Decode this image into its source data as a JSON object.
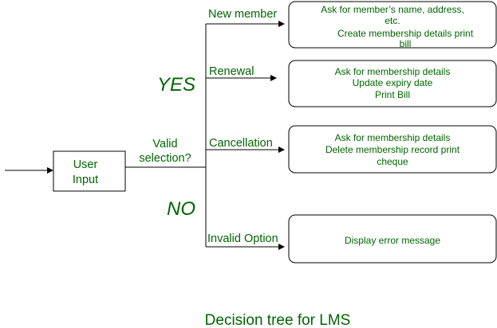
{
  "colors": {
    "text": "#006600",
    "lines": "#000000",
    "background": "#ffffff"
  },
  "diagram": {
    "caption": "Decision tree for LMS",
    "start": {
      "lines": [
        "User",
        "Input"
      ]
    },
    "decision": {
      "lines": [
        "Valid",
        "selection?"
      ]
    },
    "yes_label": "YES",
    "no_label": "NO",
    "branches": [
      {
        "label": "New member",
        "action_lines": [
          "Ask for member’s name, address,",
          "etc.",
          "Create membership details print",
          "bill"
        ]
      },
      {
        "label": "Renewal",
        "action_lines": [
          "Ask for membership details",
          "Update expiry date",
          "Print Bill"
        ]
      },
      {
        "label": "Cancellation",
        "action_lines": [
          "Ask for membership details",
          "Delete membership record print",
          "cheque"
        ]
      },
      {
        "label": "Invalid Option",
        "action_lines": [
          "Display error message"
        ]
      }
    ]
  }
}
